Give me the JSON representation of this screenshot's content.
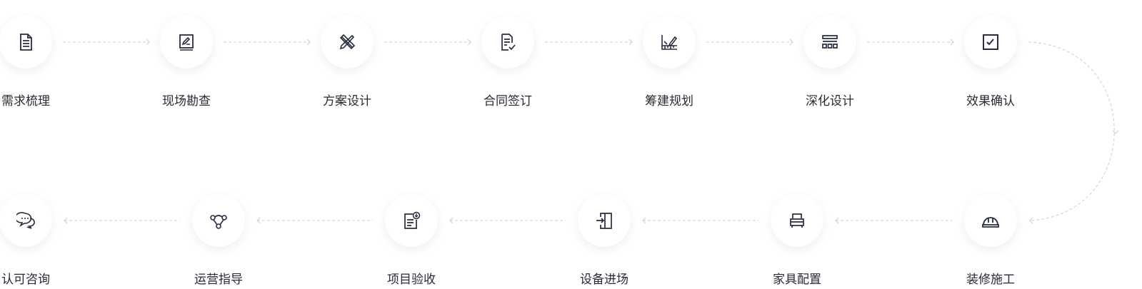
{
  "colors": {
    "icon": "#2a2c40",
    "connector": "#d8d8dc",
    "text": "#2a2a35"
  },
  "top_row": [
    {
      "label": "需求梳理",
      "icon": "document-icon"
    },
    {
      "label": "现场勘查",
      "icon": "edit-document-icon"
    },
    {
      "label": "方案设计",
      "icon": "ruler-pencil-icon"
    },
    {
      "label": "合同签订",
      "icon": "contract-check-icon"
    },
    {
      "label": "筹建规划",
      "icon": "plan-ruler-icon"
    },
    {
      "label": "深化设计",
      "icon": "structure-icon"
    },
    {
      "label": "效果确认",
      "icon": "checkbox-icon"
    }
  ],
  "bottom_row": [
    {
      "label": "认可咨询",
      "icon": "chat-bubbles-icon"
    },
    {
      "label": "运营指导",
      "icon": "network-icon"
    },
    {
      "label": "项目验收",
      "icon": "document-download-icon"
    },
    {
      "label": "设备进场",
      "icon": "enter-door-icon"
    },
    {
      "label": "家具配置",
      "icon": "armchair-icon"
    },
    {
      "label": "装修施工",
      "icon": "hard-hat-icon"
    }
  ]
}
